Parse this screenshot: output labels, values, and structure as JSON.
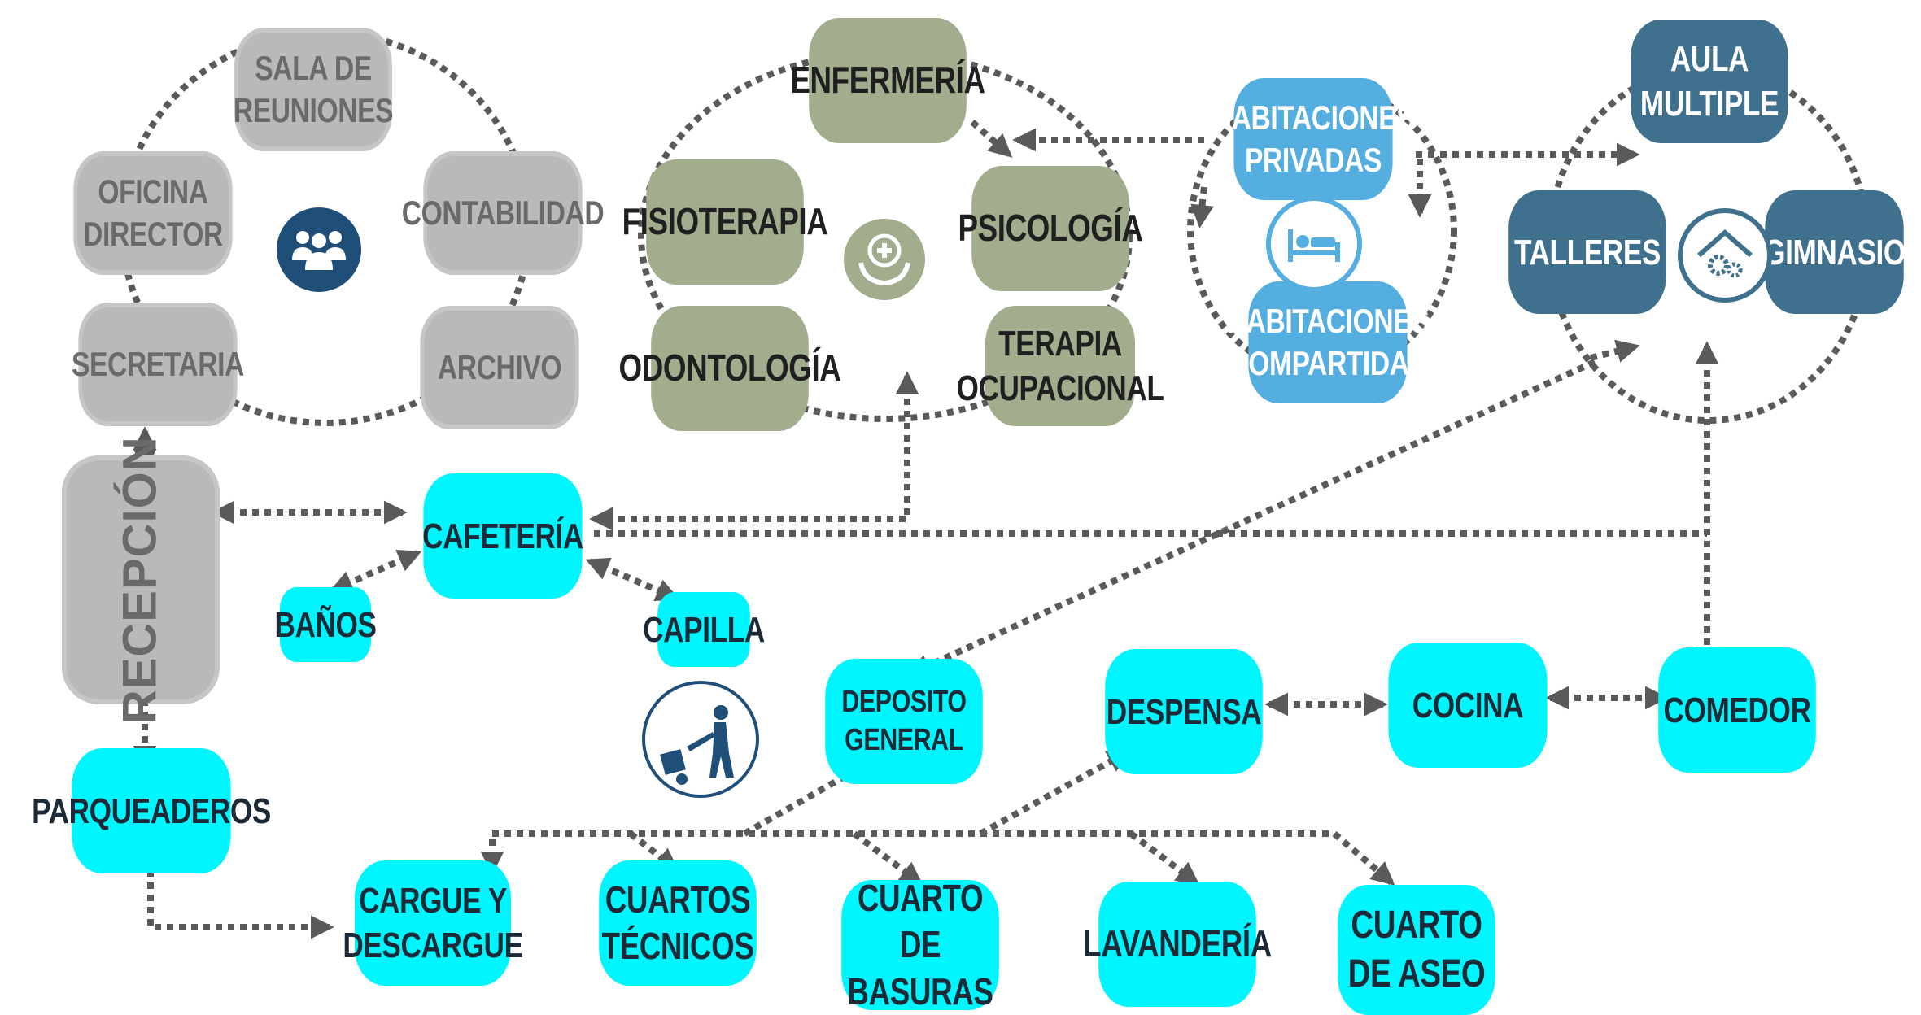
{
  "colors": {
    "admin": "#b9b9b9",
    "health": "#a1ad8d",
    "rooms": "#55aee0",
    "activities": "#3f718e",
    "services": "#00f6fe",
    "connector": "#5a5a5a",
    "icon_dark": "#1f4e79"
  },
  "admin": {
    "sala_reuniones": "SALA DE REUNIONES",
    "oficina_director": "OFICINA DIRECTOR",
    "contabilidad": "CONTABILIDAD",
    "secretaria": "SECRETARIA",
    "archivo": "ARCHIVO",
    "recepcion": "RECEPCIÓN",
    "icon": "team-icon"
  },
  "health": {
    "enfermeria": "ENFERMERÍA",
    "fisioterapia": "FISIOTERAPIA",
    "psicologia": "PSICOLOGÍA",
    "odontologia": "ODONTOLOGÍA",
    "terapia_ocupacional": "TERAPIA\nOCUPACIONAL",
    "icon": "medical-care-icon"
  },
  "rooms": {
    "privadas": "HABITACIONES\nPRIVADAS",
    "compartidas": "HABITACIONES\nCOMPARTIDAS",
    "icon": "bed-icon"
  },
  "activities": {
    "aula_multiple": "AULA MULTIPLE",
    "talleres": "TALLERES",
    "gimnasio": "GIMNASIO",
    "icon": "gears-house-icon"
  },
  "services": {
    "cafeteria": "CAFETERÍA",
    "banos": "BAÑOS",
    "capilla": "CAPILLA",
    "parqueaderos": "PARQUEADEROS",
    "deposito_general": "DEPOSITO GENERAL",
    "despensa": "DESPENSA",
    "cocina": "COCINA",
    "comedor": "COMEDOR",
    "cargue_descargue": "CARGUE Y\nDESCARGUE",
    "cuartos_tecnicos": "CUARTOS\nTÉCNICOS",
    "cuarto_basuras": "CUARTO DE\nBASURAS",
    "lavanderia": "LAVANDERÍA",
    "cuarto_aseo": "CUARTO\nDE ASEO",
    "icon": "hand-truck-icon"
  }
}
